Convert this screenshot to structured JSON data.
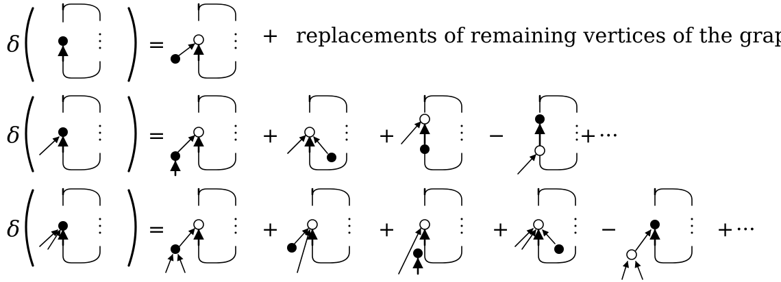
{
  "operator": "δ",
  "equals": "=",
  "rows": [
    {
      "id": "row-1",
      "terms": [
        {
          "sign": "+",
          "text": "replacements of remaining vertices of the graph,"
        }
      ]
    },
    {
      "id": "row-2",
      "terms": [
        {
          "sign": "+"
        },
        {
          "sign": "+"
        },
        {
          "sign": "−"
        },
        {
          "sign": "+",
          "text": "···"
        }
      ]
    },
    {
      "id": "row-3",
      "terms": [
        {
          "sign": "+"
        },
        {
          "sign": "+"
        },
        {
          "sign": "+"
        },
        {
          "sign": "−"
        },
        {
          "sign": "+",
          "text": "···"
        }
      ]
    }
  ]
}
